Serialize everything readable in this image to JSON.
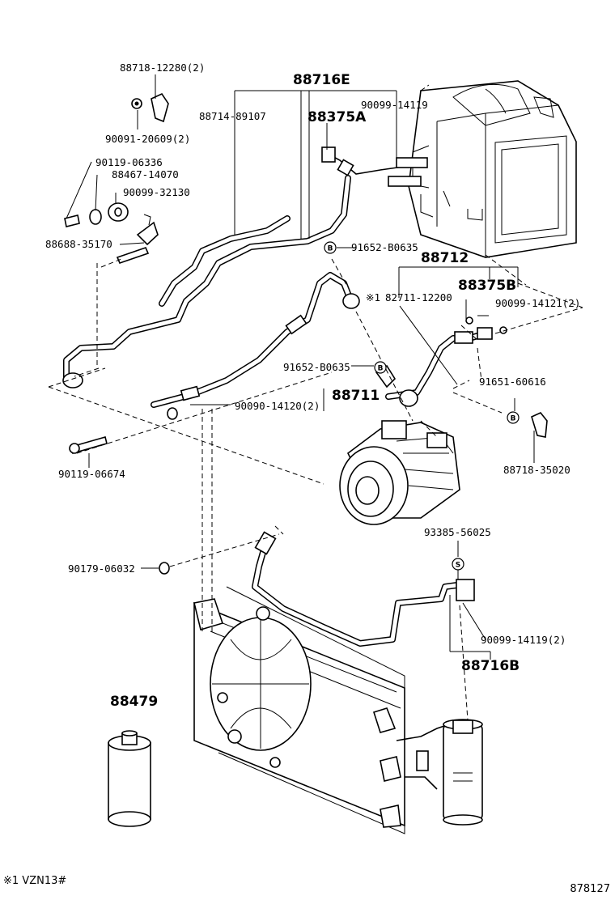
{
  "callouts": {
    "p_88716E": "88716E",
    "p_88718_12280": "88718-12280(2)",
    "p_88714_89107": "88714-89107",
    "p_88375A": "88375A",
    "p_90099_14119_top": "90099-14119",
    "p_90091_20609": "90091-20609(2)",
    "p_90119_06336": "90119-06336",
    "p_88467_14070": "88467-14070",
    "p_90099_32130": "90099-32130",
    "p_88688_35170": "88688-35170",
    "p_91652_B0635_top": "91652-B0635",
    "p_88712": "88712",
    "p_88375B": "88375B",
    "p_82711_12200": "82711-12200",
    "p_90099_14121": "90099-14121(2)",
    "p_91652_B0635_mid": "91652-B0635",
    "p_88711": "88711",
    "p_91651_60616": "91651-60616",
    "p_90090_14120": "90090-14120(2)",
    "p_90119_06674": "90119-06674",
    "p_88718_35020": "88718-35020",
    "p_93385_56025": "93385-56025",
    "p_90179_06032": "90179-06032",
    "p_90099_14119_bot": "90099-14119(2)",
    "p_88716B": "88716B",
    "p_88479": "88479"
  },
  "markers": {
    "b": "B",
    "s": "S",
    "note_symbol": "※1"
  },
  "footer": {
    "note": "※1 VZN13#",
    "diagram_number": "878127"
  }
}
